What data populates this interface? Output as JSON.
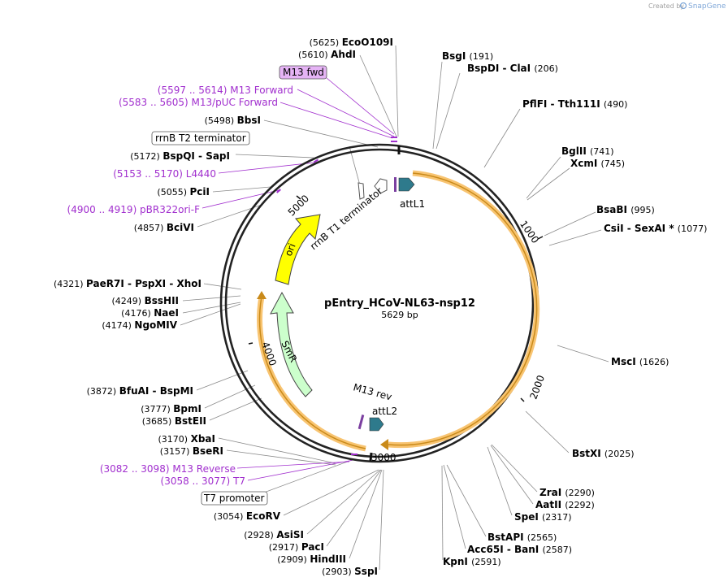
{
  "credit": {
    "text": "Created by",
    "brand": "SnapGene"
  },
  "plasmid": {
    "name": "pEntry_HCoV-NL63-nsp12",
    "length_label": "5629 bp"
  },
  "ticks": [
    "1000",
    "2000",
    "3000",
    "4000",
    "5000"
  ],
  "features": {
    "attL1": "attL1",
    "attL2": "attL2",
    "m13rev": "M13 rev",
    "rrnb_t1": "rrnB T1 terminator",
    "ori": "ori",
    "smr": "SmR"
  },
  "boxed": {
    "m13fwd": "M13 fwd",
    "rrnb_t2": "rrnB T2 terminator",
    "t7promoter": "T7 promoter"
  },
  "sites": [
    {
      "id": "ecoo109i",
      "pos": "(5625)",
      "name": "EcoO109I"
    },
    {
      "id": "ahdi",
      "pos": "(5610)",
      "name": "AhdI"
    },
    {
      "id": "bbsi",
      "pos": "(5498)",
      "name": "BbsI"
    },
    {
      "id": "bspqi",
      "pos": "(5172)",
      "name": "BspQI  -  SapI"
    },
    {
      "id": "pcii",
      "pos": "(5055)",
      "name": "PciI"
    },
    {
      "id": "bcivi",
      "pos": "(4857)",
      "name": "BciVI"
    },
    {
      "id": "paer7i",
      "pos": "(4321)",
      "name": "PaeR7I  -  PspXI  -  XhoI"
    },
    {
      "id": "bsshii",
      "pos": "(4249)",
      "name": "BssHII"
    },
    {
      "id": "naei",
      "pos": "(4176)",
      "name": "NaeI"
    },
    {
      "id": "ngomiv",
      "pos": "(4174)",
      "name": "NgoMIV"
    },
    {
      "id": "bfuai",
      "pos": "(3872)",
      "name": "BfuAI  -  BspMI"
    },
    {
      "id": "bpmi",
      "pos": "(3777)",
      "name": "BpmI"
    },
    {
      "id": "bsteii",
      "pos": "(3685)",
      "name": "BstEII"
    },
    {
      "id": "xbai",
      "pos": "(3170)",
      "name": "XbaI"
    },
    {
      "id": "bseri",
      "pos": "(3157)",
      "name": "BseRI"
    },
    {
      "id": "ecorv",
      "pos": "(3054)",
      "name": "EcoRV"
    },
    {
      "id": "asisi",
      "pos": "(2928)",
      "name": "AsiSI"
    },
    {
      "id": "paci",
      "pos": "(2917)",
      "name": "PacI"
    },
    {
      "id": "hindiii",
      "pos": "(2909)",
      "name": "HindIII"
    },
    {
      "id": "sspi",
      "pos": "(2903)",
      "name": "SspI"
    },
    {
      "id": "bsgi",
      "name": "BsgI",
      "pos": "(191)"
    },
    {
      "id": "bspdi",
      "name": "BspDI  -  ClaI",
      "pos": "(206)"
    },
    {
      "id": "pflfi",
      "name": "PflFI  -  Tth111I",
      "pos": "(490)"
    },
    {
      "id": "bglii",
      "name": "BglII",
      "pos": "(741)"
    },
    {
      "id": "xcmi",
      "name": "XcmI",
      "pos": "(745)"
    },
    {
      "id": "bsabi",
      "name": "BsaBI",
      "pos": "(995)"
    },
    {
      "id": "csii",
      "name": "CsiI  -  SexAI *",
      "pos": "(1077)"
    },
    {
      "id": "msci",
      "name": "MscI",
      "pos": "(1626)"
    },
    {
      "id": "bstxi",
      "name": "BstXI",
      "pos": "(2025)"
    },
    {
      "id": "zrai",
      "name": "ZraI",
      "pos": "(2290)"
    },
    {
      "id": "aatii",
      "name": "AatII",
      "pos": "(2292)"
    },
    {
      "id": "spei",
      "name": "SpeI",
      "pos": "(2317)"
    },
    {
      "id": "bstapi",
      "name": "BstAPI",
      "pos": "(2565)"
    },
    {
      "id": "acc65i",
      "name": "Acc65I  -  BanI",
      "pos": "(2587)"
    },
    {
      "id": "kpni",
      "name": "KpnI",
      "pos": "(2591)"
    }
  ],
  "primers": [
    {
      "id": "m13forward",
      "pos": "(5597 .. 5614)",
      "name": "M13 Forward"
    },
    {
      "id": "m13puc",
      "pos": "(5583 .. 5605)",
      "name": "M13/pUC Forward"
    },
    {
      "id": "l4440",
      "pos": "(5153 .. 5170)",
      "name": "L4440"
    },
    {
      "id": "pbr322",
      "pos": "(4900 .. 4919)",
      "name": "pBR322ori-F"
    },
    {
      "id": "m13reverse",
      "pos": "(3082 .. 3098)",
      "name": "M13 Reverse"
    },
    {
      "id": "t7",
      "pos": "(3058 .. 3077)",
      "name": "T7"
    }
  ],
  "colors": {
    "accent": "#a12fce",
    "orf": "#f5b041",
    "ori": "#ffff00",
    "smr": "#ccffcc",
    "att": "#2e7a8c",
    "m13fwd_box": "#e5b3f5"
  }
}
